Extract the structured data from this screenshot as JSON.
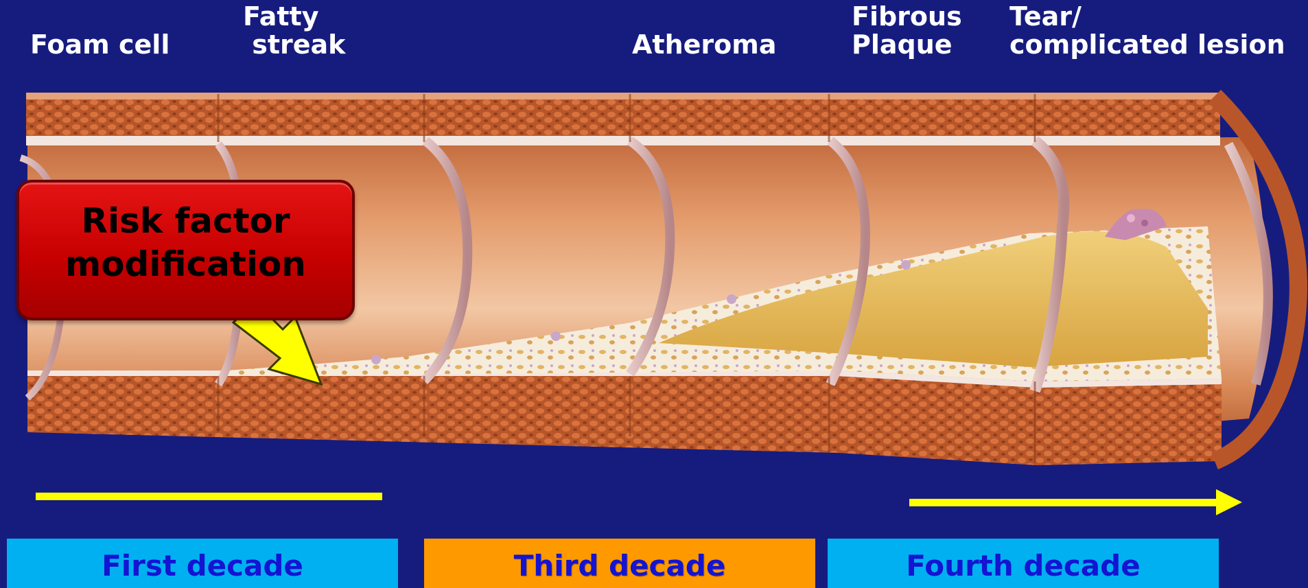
{
  "stages": [
    {
      "id": "foam-cell",
      "label": "Foam cell"
    },
    {
      "id": "fatty-streak",
      "label": "Fatty\n streak"
    },
    {
      "id": "atheroma",
      "label": "Atheroma"
    },
    {
      "id": "fibrous-plaque",
      "label": "Fibrous\nPlaque"
    },
    {
      "id": "tear",
      "label": "Tear/\ncomplicated lesion"
    }
  ],
  "callout": {
    "text": "Risk factor\nmodification"
  },
  "decades": [
    {
      "label": "First decade",
      "color": "#00b0f0"
    },
    {
      "label": "Third decade",
      "color": "#ff9900"
    },
    {
      "label": "Fourth decade",
      "color": "#00b0f0"
    }
  ],
  "colors": {
    "background": "#161c7e",
    "timeline": "#ffff00",
    "decade_text": "#1414d2",
    "callout": "#cc0000",
    "arrow": "#ffff00",
    "artery_wall": "#b85a2c",
    "plaque": "#e8b84a"
  }
}
